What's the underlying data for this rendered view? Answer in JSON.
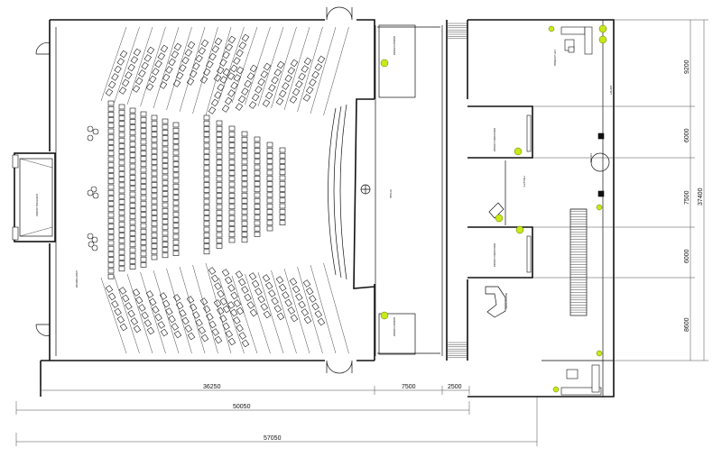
{
  "drawing": {
    "type": "auditorium floor plan",
    "dimensions": {
      "auditorium_width": "36250",
      "stage_depth": "7500",
      "backstage_passage": "2500",
      "overall_inner": "50050",
      "overall_total": "57050",
      "right_total": "37400",
      "right_segments": [
        "9200",
        "6000",
        "7500",
        "6000",
        "8600"
      ]
    },
    "colors": {
      "ink": "#111111",
      "plant": "#c9e81a"
    }
  }
}
